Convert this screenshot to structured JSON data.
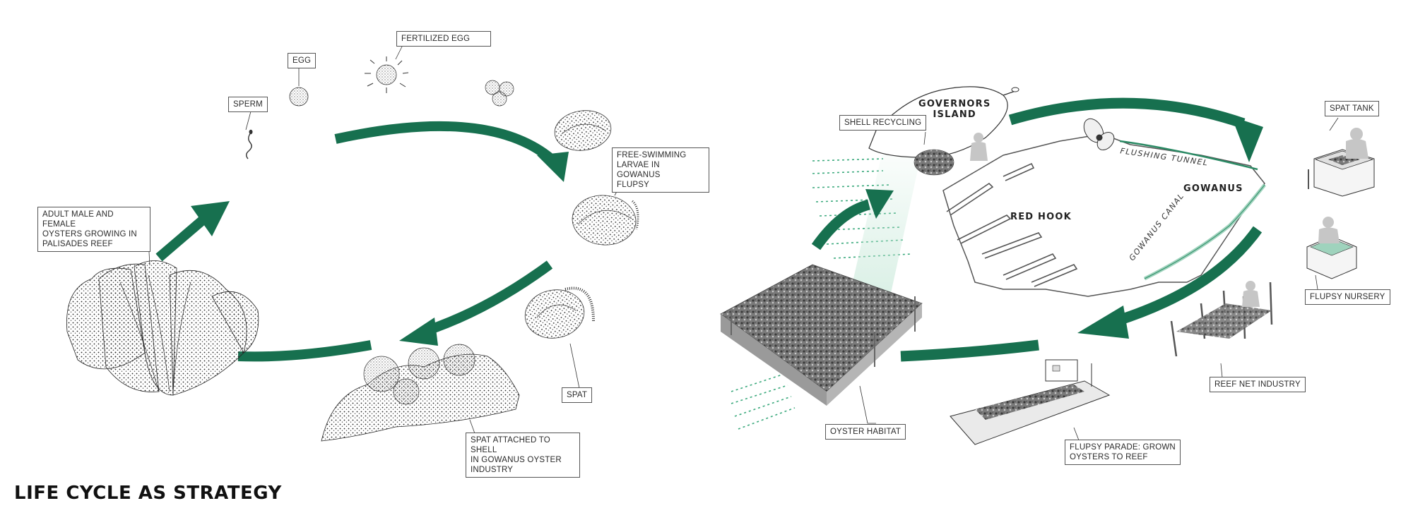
{
  "title": "LIFE CYCLE AS STRATEGY",
  "colors": {
    "arrow": "#17704f",
    "stipple": "#222222",
    "water": "#9fd3bd",
    "callout_border": "#555555"
  },
  "life_cycle": {
    "sperm": "SPERM",
    "egg": "EGG",
    "fertilized_egg": "FERTILIZED EGG",
    "larvae": "FREE-SWIMMING\nLARVAE IN GOWANUS\nFLUPSY",
    "adult": "ADULT MALE AND FEMALE\nOYSTERS GROWING IN\nPALISADES REEF",
    "spat": "SPAT",
    "spat_attached": "SPAT ATTACHED TO SHELL\nIN GOWANUS OYSTER\nINDUSTRY"
  },
  "strategy": {
    "shell_recycling": "SHELL RECYCLING",
    "governors_island": "GOVERNORS\nISLAND",
    "red_hook": "RED HOOK",
    "gowanus": "GOWANUS",
    "flushing_tunnel": "FLUSHING TUNNEL",
    "gowanus_canal": "GOWANUS CANAL",
    "spat_tank": "SPAT TANK",
    "flupsy_nursery": "FLUPSY NURSERY",
    "reef_net_industry": "REEF NET INDUSTRY",
    "oyster_habitat": "OYSTER HABITAT",
    "flupsy_parade": "FLUPSY PARADE: GROWN\nOYSTERS TO REEF"
  }
}
